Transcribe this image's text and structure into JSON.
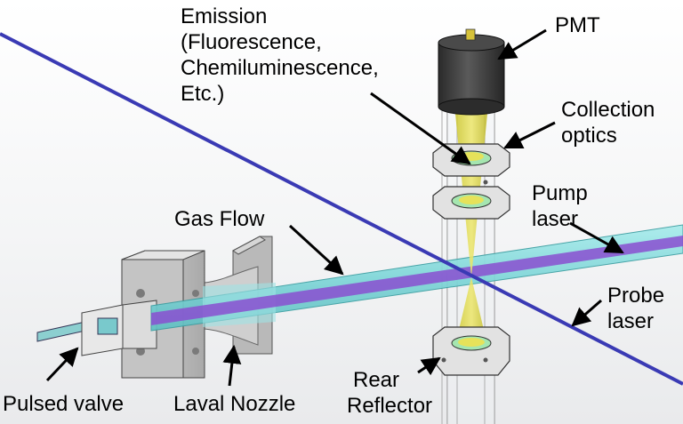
{
  "labels": {
    "emission": [
      "Emission",
      "(Fluorescence,",
      "Chemiluminescence,",
      "Etc.)"
    ],
    "pmt": "PMT",
    "collection_optics": [
      "Collection",
      "optics"
    ],
    "pump_laser": [
      "Pump",
      "laser"
    ],
    "gas_flow": "Gas Flow",
    "probe_laser": [
      "Probe",
      "laser"
    ],
    "rear_reflector": [
      "Rear",
      "Reflector"
    ],
    "pulsed_valve": "Pulsed valve",
    "laval_nozzle": "Laval Nozzle"
  },
  "colors": {
    "probe_laser": "#3a3ab4",
    "pump_laser": "#8a4fd0",
    "gas_flow": "#8fe0e0",
    "emission_cone": "#d8d23a",
    "pmt_body": "#3c3c3c",
    "hardware": "#c9c9c9"
  }
}
